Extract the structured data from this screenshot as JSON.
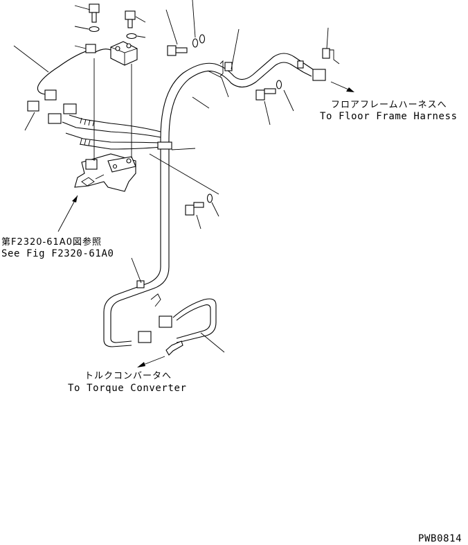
{
  "labels": {
    "floor_frame_jp": "フロアフレームハーネスへ",
    "floor_frame_en": "To Floor Frame Harness",
    "see_fig_jp": "第F2320-61A0図参照",
    "see_fig_en": "See Fig F2320-61A0",
    "torque_jp": "トルクコンバータへ",
    "torque_en": "To Torque Converter",
    "drawing_code": "PWB0814"
  }
}
